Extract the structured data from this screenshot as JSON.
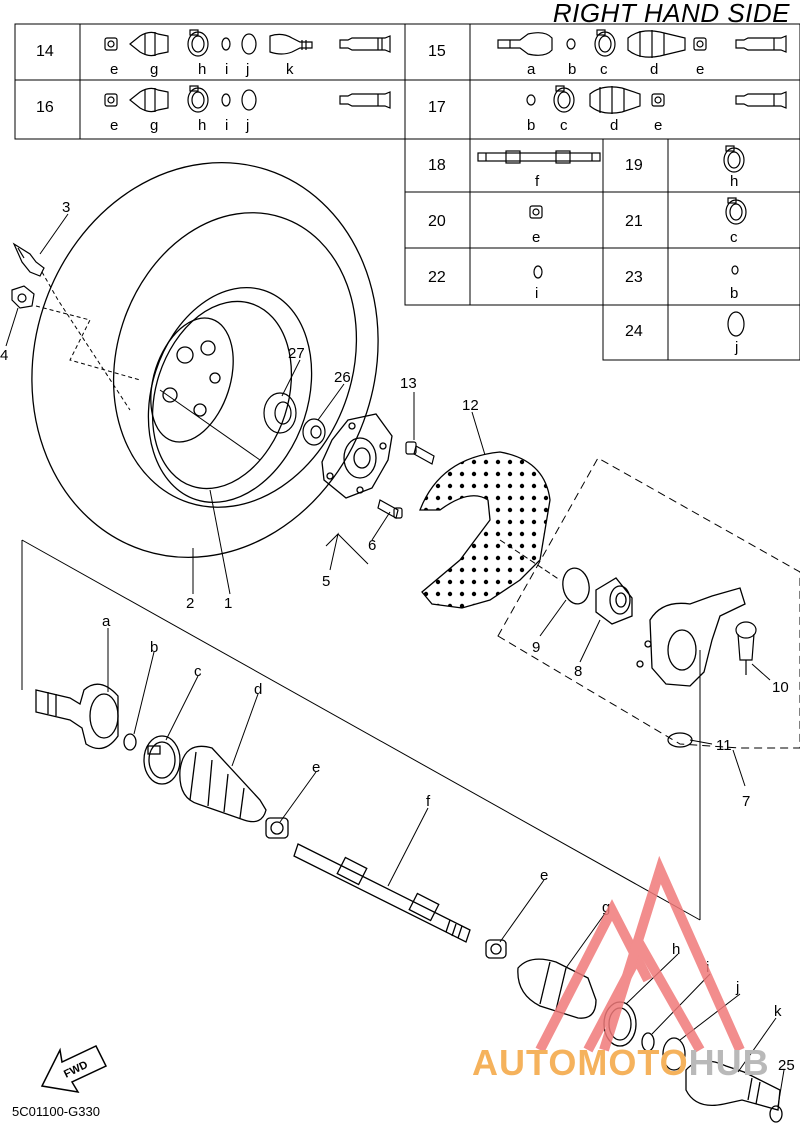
{
  "title": "RIGHT HAND SIDE",
  "drawing_code": "5C01100-G330",
  "fwd_label": "FWD",
  "watermark": {
    "part1": "AUTOMOTO",
    "part2": "HUB",
    "color_primary": "#f5b25c",
    "color_secondary": "#b9b9b9",
    "triangle_color": "#f07a7a"
  },
  "kits": [
    {
      "number": "14",
      "letters": [
        "e",
        "g",
        "h",
        "i",
        "j",
        "k"
      ]
    },
    {
      "number": "15",
      "letters": [
        "a",
        "b",
        "c",
        "d",
        "e"
      ]
    },
    {
      "number": "16",
      "letters": [
        "e",
        "g",
        "h",
        "i",
        "j"
      ]
    },
    {
      "number": "17",
      "letters": [
        "b",
        "c",
        "d",
        "e"
      ]
    },
    {
      "number": "18",
      "letters": [
        "f"
      ]
    },
    {
      "number": "19",
      "letters": [
        "h"
      ]
    },
    {
      "number": "20",
      "letters": [
        "e"
      ]
    },
    {
      "number": "21",
      "letters": [
        "c"
      ]
    },
    {
      "number": "22",
      "letters": [
        "i"
      ]
    },
    {
      "number": "23",
      "letters": [
        "b"
      ]
    },
    {
      "number": "24",
      "letters": [
        "j"
      ]
    }
  ],
  "callouts": {
    "n1": "1",
    "n2": "2",
    "n3": "3",
    "n4": "4",
    "n5": "5",
    "n6": "6",
    "n7": "7",
    "n8": "8",
    "n9": "9",
    "n10": "10",
    "n11": "11",
    "n12": "12",
    "n13": "13",
    "n25": "25",
    "n26": "26",
    "n27": "27",
    "la": "a",
    "lb": "b",
    "lc": "c",
    "ld": "d",
    "le1": "e",
    "le2": "e",
    "lf": "f",
    "lg": "g",
    "lh": "h",
    "li": "i",
    "lj": "j",
    "lk": "k"
  }
}
